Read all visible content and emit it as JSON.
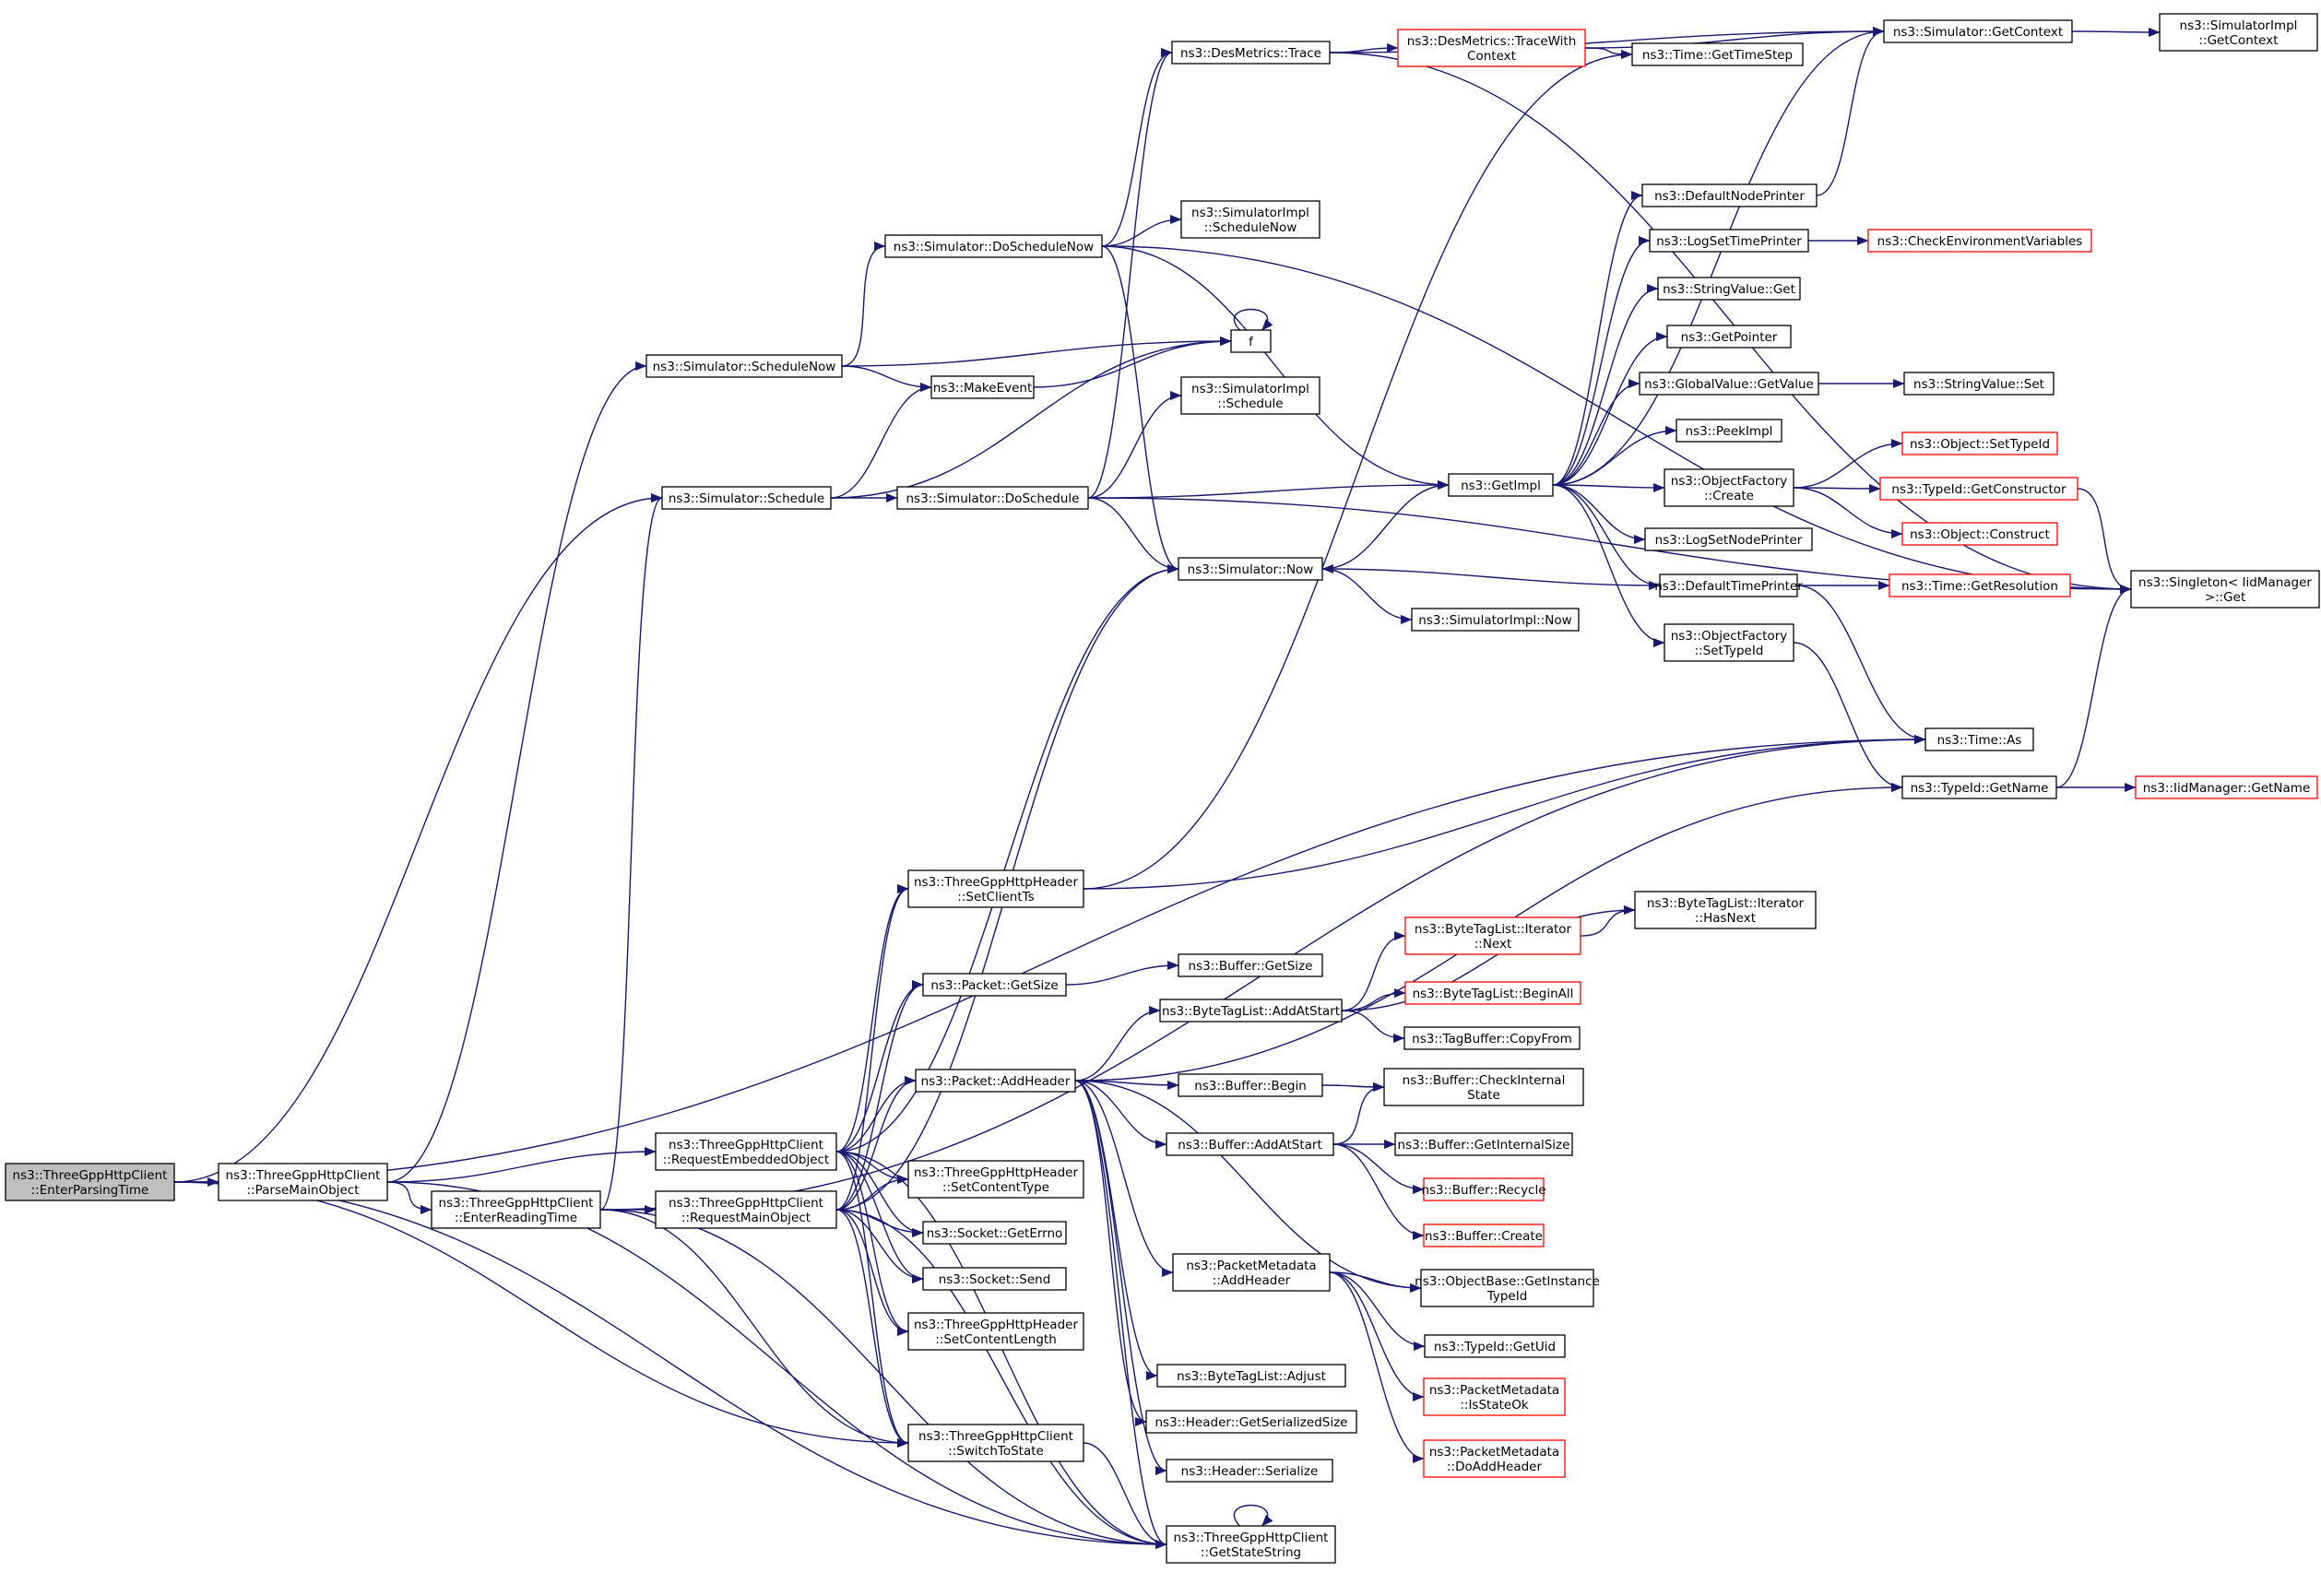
{
  "diagram": {
    "type": "call-graph",
    "root": "n_root",
    "edge_color": "#191970",
    "highlight_fill": "#bfbfbf",
    "truncated_border_color": "#ff0000",
    "nodes": [
      {
        "id": "n_root",
        "lines": [
          "ns3::ThreeGppHttpClient",
          "::EnterParsingTime"
        ],
        "style": "current"
      },
      {
        "id": "n_parse",
        "lines": [
          "ns3::ThreeGppHttpClient",
          "::ParseMainObject"
        ],
        "style": "normal"
      },
      {
        "id": "n_reading",
        "lines": [
          "ns3::ThreeGppHttpClient",
          "::EnterReadingTime"
        ],
        "style": "normal"
      },
      {
        "id": "n_schednow",
        "lines": [
          "ns3::Simulator::ScheduleNow"
        ],
        "style": "normal"
      },
      {
        "id": "n_sched",
        "lines": [
          "ns3::Simulator::Schedule"
        ],
        "style": "normal"
      },
      {
        "id": "n_reqemb",
        "lines": [
          "ns3::ThreeGppHttpClient",
          "::RequestEmbeddedObject"
        ],
        "style": "normal"
      },
      {
        "id": "n_reqmain",
        "lines": [
          "ns3::ThreeGppHttpClient",
          "::RequestMainObject"
        ],
        "style": "normal"
      },
      {
        "id": "n_doschednow",
        "lines": [
          "ns3::Simulator::DoScheduleNow"
        ],
        "style": "normal"
      },
      {
        "id": "n_makeevent",
        "lines": [
          "ns3::MakeEvent"
        ],
        "style": "normal"
      },
      {
        "id": "n_dosched",
        "lines": [
          "ns3::Simulator::DoSchedule"
        ],
        "style": "normal"
      },
      {
        "id": "n_setclientts",
        "lines": [
          "ns3::ThreeGppHttpHeader",
          "::SetClientTs"
        ],
        "style": "normal"
      },
      {
        "id": "n_getsize",
        "lines": [
          "ns3::Packet::GetSize"
        ],
        "style": "normal"
      },
      {
        "id": "n_addheader",
        "lines": [
          "ns3::Packet::AddHeader"
        ],
        "style": "normal"
      },
      {
        "id": "n_setcontenttype",
        "lines": [
          "ns3::ThreeGppHttpHeader",
          "::SetContentType"
        ],
        "style": "normal"
      },
      {
        "id": "n_geterrno",
        "lines": [
          "ns3::Socket::GetErrno"
        ],
        "style": "normal"
      },
      {
        "id": "n_send",
        "lines": [
          "ns3::Socket::Send"
        ],
        "style": "normal"
      },
      {
        "id": "n_setcontentlength",
        "lines": [
          "ns3::ThreeGppHttpHeader",
          "::SetContentLength"
        ],
        "style": "normal"
      },
      {
        "id": "n_switchtostate",
        "lines": [
          "ns3::ThreeGppHttpClient",
          "::SwitchToState"
        ],
        "style": "normal"
      },
      {
        "id": "n_getstatestring",
        "lines": [
          "ns3::ThreeGppHttpClient",
          "::GetStateString"
        ],
        "style": "normal"
      },
      {
        "id": "n_destrace",
        "lines": [
          "ns3::DesMetrics::Trace"
        ],
        "style": "normal"
      },
      {
        "id": "n_simimpl_schednow",
        "lines": [
          "ns3::SimulatorImpl",
          "::ScheduleNow"
        ],
        "style": "normal"
      },
      {
        "id": "n_f",
        "lines": [
          "f"
        ],
        "style": "normal"
      },
      {
        "id": "n_simimpl_sched",
        "lines": [
          "ns3::SimulatorImpl",
          "::Schedule"
        ],
        "style": "normal"
      },
      {
        "id": "n_simnow",
        "lines": [
          "ns3::Simulator::Now"
        ],
        "style": "normal"
      },
      {
        "id": "n_simimplnow",
        "lines": [
          "ns3::SimulatorImpl::Now"
        ],
        "style": "normal"
      },
      {
        "id": "n_buf_getsize",
        "lines": [
          "ns3::Buffer::GetSize"
        ],
        "style": "normal"
      },
      {
        "id": "n_btl_addatstart",
        "lines": [
          "ns3::ByteTagList::AddAtStart"
        ],
        "style": "normal"
      },
      {
        "id": "n_buf_begin",
        "lines": [
          "ns3::Buffer::Begin"
        ],
        "style": "normal"
      },
      {
        "id": "n_buf_addatstart",
        "lines": [
          "ns3::Buffer::AddAtStart"
        ],
        "style": "normal"
      },
      {
        "id": "n_pm_addheader",
        "lines": [
          "ns3::PacketMetadata",
          "::AddHeader"
        ],
        "style": "normal"
      },
      {
        "id": "n_btl_adjust",
        "lines": [
          "ns3::ByteTagList::Adjust"
        ],
        "style": "normal"
      },
      {
        "id": "n_hdr_getser",
        "lines": [
          "ns3::Header::GetSerializedSize"
        ],
        "style": "normal"
      },
      {
        "id": "n_hdr_ser",
        "lines": [
          "ns3::Header::Serialize"
        ],
        "style": "normal"
      },
      {
        "id": "n_traceww",
        "lines": [
          "ns3::DesMetrics::TraceWith",
          "Context"
        ],
        "style": "red"
      },
      {
        "id": "n_gettimestep",
        "lines": [
          "ns3::Time::GetTimeStep"
        ],
        "style": "normal"
      },
      {
        "id": "n_getimpl",
        "lines": [
          "ns3::GetImpl"
        ],
        "style": "normal"
      },
      {
        "id": "n_defnodeprinter",
        "lines": [
          "ns3::DefaultNodePrinter"
        ],
        "style": "normal"
      },
      {
        "id": "n_logsettimeprinter",
        "lines": [
          "ns3::LogSetTimePrinter"
        ],
        "style": "normal"
      },
      {
        "id": "n_strval_get",
        "lines": [
          "ns3::StringValue::Get"
        ],
        "style": "normal"
      },
      {
        "id": "n_getpointer",
        "lines": [
          "ns3::GetPointer"
        ],
        "style": "normal"
      },
      {
        "id": "n_gv_getvalue",
        "lines": [
          "ns3::GlobalValue::GetValue"
        ],
        "style": "normal"
      },
      {
        "id": "n_peekimpl",
        "lines": [
          "ns3::PeekImpl"
        ],
        "style": "normal"
      },
      {
        "id": "n_of_create",
        "lines": [
          "ns3::ObjectFactory",
          "::Create"
        ],
        "style": "normal"
      },
      {
        "id": "n_logsetnodeprinter",
        "lines": [
          "ns3::LogSetNodePrinter"
        ],
        "style": "normal"
      },
      {
        "id": "n_deftimeprinter",
        "lines": [
          "ns3::DefaultTimePrinter"
        ],
        "style": "normal"
      },
      {
        "id": "n_of_settypeid",
        "lines": [
          "ns3::ObjectFactory",
          "::SetTypeId"
        ],
        "style": "normal"
      },
      {
        "id": "n_btl_it_next",
        "lines": [
          "ns3::ByteTagList::Iterator",
          "::Next"
        ],
        "style": "red"
      },
      {
        "id": "n_btl_beginall",
        "lines": [
          "ns3::ByteTagList::BeginAll"
        ],
        "style": "red"
      },
      {
        "id": "n_tagbuf_copyfrom",
        "lines": [
          "ns3::TagBuffer::CopyFrom"
        ],
        "style": "normal"
      },
      {
        "id": "n_buf_checkint",
        "lines": [
          "ns3::Buffer::CheckInternal",
          "State"
        ],
        "style": "normal"
      },
      {
        "id": "n_buf_getint",
        "lines": [
          "ns3::Buffer::GetInternalSize"
        ],
        "style": "normal"
      },
      {
        "id": "n_buf_recycle",
        "lines": [
          "ns3::Buffer::Recycle"
        ],
        "style": "red"
      },
      {
        "id": "n_buf_create",
        "lines": [
          "ns3::Buffer::Create"
        ],
        "style": "red"
      },
      {
        "id": "n_ob_getinst",
        "lines": [
          "ns3::ObjectBase::GetInstance",
          "TypeId"
        ],
        "style": "normal"
      },
      {
        "id": "n_typeid_getuid",
        "lines": [
          "ns3::TypeId::GetUid"
        ],
        "style": "normal"
      },
      {
        "id": "n_pm_isstateok",
        "lines": [
          "ns3::PacketMetadata",
          "::IsStateOk"
        ],
        "style": "red"
      },
      {
        "id": "n_pm_doaddheader",
        "lines": [
          "ns3::PacketMetadata",
          "::DoAddHeader"
        ],
        "style": "red"
      },
      {
        "id": "n_btl_it_hasnext",
        "lines": [
          "ns3::ByteTagList::Iterator",
          "::HasNext"
        ],
        "style": "normal"
      },
      {
        "id": "n_sim_getcontext",
        "lines": [
          "ns3::Simulator::GetContext"
        ],
        "style": "normal"
      },
      {
        "id": "n_checkenv",
        "lines": [
          "ns3::CheckEnvironmentVariables"
        ],
        "style": "red"
      },
      {
        "id": "n_strval_set",
        "lines": [
          "ns3::StringValue::Set"
        ],
        "style": "normal"
      },
      {
        "id": "n_obj_settypeid",
        "lines": [
          "ns3::Object::SetTypeId"
        ],
        "style": "red"
      },
      {
        "id": "n_typeid_getctor",
        "lines": [
          "ns3::TypeId::GetConstructor"
        ],
        "style": "red"
      },
      {
        "id": "n_obj_construct",
        "lines": [
          "ns3::Object::Construct"
        ],
        "style": "red"
      },
      {
        "id": "n_time_getres",
        "lines": [
          "ns3::Time::GetResolution"
        ],
        "style": "red"
      },
      {
        "id": "n_time_as",
        "lines": [
          "ns3::Time::As"
        ],
        "style": "normal"
      },
      {
        "id": "n_typeid_getname",
        "lines": [
          "ns3::TypeId::GetName"
        ],
        "style": "normal"
      },
      {
        "id": "n_simimpl_getcontext",
        "lines": [
          "ns3::SimulatorImpl",
          "::GetContext"
        ],
        "style": "normal"
      },
      {
        "id": "n_singleton_get",
        "lines": [
          "ns3::Singleton< IidManager",
          ">::Get"
        ],
        "style": "normal"
      },
      {
        "id": "n_iid_getname",
        "lines": [
          "ns3::IidManager::GetName"
        ],
        "style": "red"
      }
    ],
    "edges": [
      [
        "n_root",
        "n_parse"
      ],
      [
        "n_root",
        "n_sched"
      ],
      [
        "n_root",
        "n_time_as"
      ],
      [
        "n_root",
        "n_switchtostate"
      ],
      [
        "n_root",
        "n_getstatestring"
      ],
      [
        "n_parse",
        "n_schednow"
      ],
      [
        "n_parse",
        "n_reqemb"
      ],
      [
        "n_parse",
        "n_reading"
      ],
      [
        "n_parse",
        "n_getstatestring"
      ],
      [
        "n_reading",
        "n_sched"
      ],
      [
        "n_reading",
        "n_reqmain"
      ],
      [
        "n_reading",
        "n_time_as"
      ],
      [
        "n_reading",
        "n_switchtostate"
      ],
      [
        "n_reading",
        "n_getstatestring"
      ],
      [
        "n_schednow",
        "n_doschednow"
      ],
      [
        "n_schednow",
        "n_makeevent"
      ],
      [
        "n_schednow",
        "n_f"
      ],
      [
        "n_sched",
        "n_makeevent"
      ],
      [
        "n_sched",
        "n_dosched"
      ],
      [
        "n_sched",
        "n_f"
      ],
      [
        "n_doschednow",
        "n_destrace"
      ],
      [
        "n_doschednow",
        "n_simimpl_schednow"
      ],
      [
        "n_doschednow",
        "n_getimpl"
      ],
      [
        "n_doschednow",
        "n_simnow"
      ],
      [
        "n_doschednow",
        "n_singleton_get"
      ],
      [
        "n_dosched",
        "n_destrace"
      ],
      [
        "n_dosched",
        "n_simimpl_sched"
      ],
      [
        "n_dosched",
        "n_getimpl"
      ],
      [
        "n_dosched",
        "n_simnow"
      ],
      [
        "n_dosched",
        "n_singleton_get"
      ],
      [
        "n_makeevent",
        "n_f"
      ],
      [
        "n_f",
        "n_f"
      ],
      [
        "n_reqemb",
        "n_simnow"
      ],
      [
        "n_reqemb",
        "n_setclientts"
      ],
      [
        "n_reqemb",
        "n_getsize"
      ],
      [
        "n_reqemb",
        "n_addheader"
      ],
      [
        "n_reqemb",
        "n_setcontenttype"
      ],
      [
        "n_reqemb",
        "n_geterrno"
      ],
      [
        "n_reqemb",
        "n_send"
      ],
      [
        "n_reqemb",
        "n_setcontentlength"
      ],
      [
        "n_reqemb",
        "n_switchtostate"
      ],
      [
        "n_reqemb",
        "n_getstatestring"
      ],
      [
        "n_reqmain",
        "n_simnow"
      ],
      [
        "n_reqmain",
        "n_setclientts"
      ],
      [
        "n_reqmain",
        "n_getsize"
      ],
      [
        "n_reqmain",
        "n_addheader"
      ],
      [
        "n_reqmain",
        "n_setcontenttype"
      ],
      [
        "n_reqmain",
        "n_geterrno"
      ],
      [
        "n_reqmain",
        "n_send"
      ],
      [
        "n_reqmain",
        "n_setcontentlength"
      ],
      [
        "n_reqmain",
        "n_switchtostate"
      ],
      [
        "n_reqmain",
        "n_getstatestring"
      ],
      [
        "n_setclientts",
        "n_gettimestep"
      ],
      [
        "n_setclientts",
        "n_time_as"
      ],
      [
        "n_getsize",
        "n_buf_getsize"
      ],
      [
        "n_addheader",
        "n_btl_addatstart"
      ],
      [
        "n_addheader",
        "n_buf_begin"
      ],
      [
        "n_addheader",
        "n_buf_addatstart"
      ],
      [
        "n_addheader",
        "n_pm_addheader"
      ],
      [
        "n_addheader",
        "n_btl_adjust"
      ],
      [
        "n_addheader",
        "n_hdr_getser"
      ],
      [
        "n_addheader",
        "n_hdr_ser"
      ],
      [
        "n_addheader",
        "n_ob_getinst"
      ],
      [
        "n_addheader",
        "n_typeid_getname"
      ],
      [
        "n_addheader",
        "n_getstatestring"
      ],
      [
        "n_switchtostate",
        "n_getstatestring"
      ],
      [
        "n_getstatestring",
        "n_getstatestring"
      ],
      [
        "n_destrace",
        "n_traceww"
      ],
      [
        "n_destrace",
        "n_sim_getcontext"
      ],
      [
        "n_traceww",
        "n_sim_getcontext"
      ],
      [
        "n_traceww",
        "n_gettimestep"
      ],
      [
        "n_simnow",
        "n_getimpl"
      ],
      [
        "n_simnow",
        "n_simimplnow"
      ],
      [
        "n_btl_addatstart",
        "n_btl_it_next"
      ],
      [
        "n_btl_addatstart",
        "n_btl_beginall"
      ],
      [
        "n_btl_addatstart",
        "n_tagbuf_copyfrom"
      ],
      [
        "n_btl_addatstart",
        "n_btl_it_hasnext"
      ],
      [
        "n_btl_it_next",
        "n_btl_it_hasnext"
      ],
      [
        "n_buf_begin",
        "n_buf_checkint"
      ],
      [
        "n_buf_addatstart",
        "n_buf_checkint"
      ],
      [
        "n_buf_addatstart",
        "n_buf_getint"
      ],
      [
        "n_buf_addatstart",
        "n_buf_recycle"
      ],
      [
        "n_buf_addatstart",
        "n_buf_create"
      ],
      [
        "n_pm_addheader",
        "n_ob_getinst"
      ],
      [
        "n_pm_addheader",
        "n_typeid_getuid"
      ],
      [
        "n_pm_addheader",
        "n_pm_isstateok"
      ],
      [
        "n_pm_addheader",
        "n_pm_doaddheader"
      ],
      [
        "n_getimpl",
        "n_defnodeprinter"
      ],
      [
        "n_getimpl",
        "n_logsettimeprinter"
      ],
      [
        "n_getimpl",
        "n_strval_get"
      ],
      [
        "n_getimpl",
        "n_getpointer"
      ],
      [
        "n_getimpl",
        "n_gv_getvalue"
      ],
      [
        "n_getimpl",
        "n_peekimpl"
      ],
      [
        "n_getimpl",
        "n_of_create"
      ],
      [
        "n_getimpl",
        "n_logsetnodeprinter"
      ],
      [
        "n_getimpl",
        "n_deftimeprinter"
      ],
      [
        "n_getimpl",
        "n_of_settypeid"
      ],
      [
        "n_getimpl",
        "n_sim_getcontext"
      ],
      [
        "n_defnodeprinter",
        "n_sim_getcontext"
      ],
      [
        "n_logsettimeprinter",
        "n_checkenv"
      ],
      [
        "n_gv_getvalue",
        "n_strval_set"
      ],
      [
        "n_of_create",
        "n_obj_settypeid"
      ],
      [
        "n_of_create",
        "n_typeid_getctor"
      ],
      [
        "n_of_create",
        "n_obj_construct"
      ],
      [
        "n_deftimeprinter",
        "n_simnow"
      ],
      [
        "n_deftimeprinter",
        "n_time_getres"
      ],
      [
        "n_deftimeprinter",
        "n_time_as"
      ],
      [
        "n_of_settypeid",
        "n_typeid_getname"
      ],
      [
        "n_sim_getcontext",
        "n_simimpl_getcontext"
      ],
      [
        "n_typeid_getctor",
        "n_singleton_get"
      ],
      [
        "n_typeid_getname",
        "n_singleton_get"
      ],
      [
        "n_typeid_getname",
        "n_iid_getname"
      ],
      [
        "n_destrace",
        "n_singleton_get"
      ]
    ]
  }
}
